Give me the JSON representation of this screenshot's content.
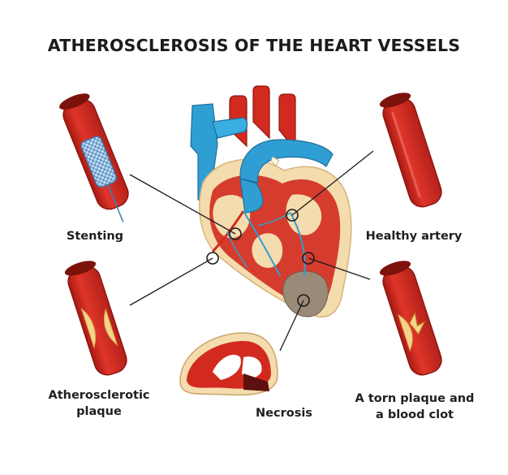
{
  "title": "ATHEROSCLEROSIS OF THE HEART VESSELS",
  "labels": {
    "stenting": "Stenting",
    "healthy_artery": "Healthy artery",
    "atherosclerotic_line1": "Atherosclerotic",
    "atherosclerotic_line2": "plaque",
    "necrosis": "Necrosis",
    "torn_line1": "A torn plaque and",
    "torn_line2": "a blood clot"
  },
  "colors": {
    "vessel_red": "#d32a1f",
    "vessel_dark": "#9b1a13",
    "vein_blue": "#2f9fd3",
    "plaque_yellow": "#f6d48a",
    "fat_cream": "#f4dcae",
    "necrosis_gray": "#9a8a78"
  }
}
